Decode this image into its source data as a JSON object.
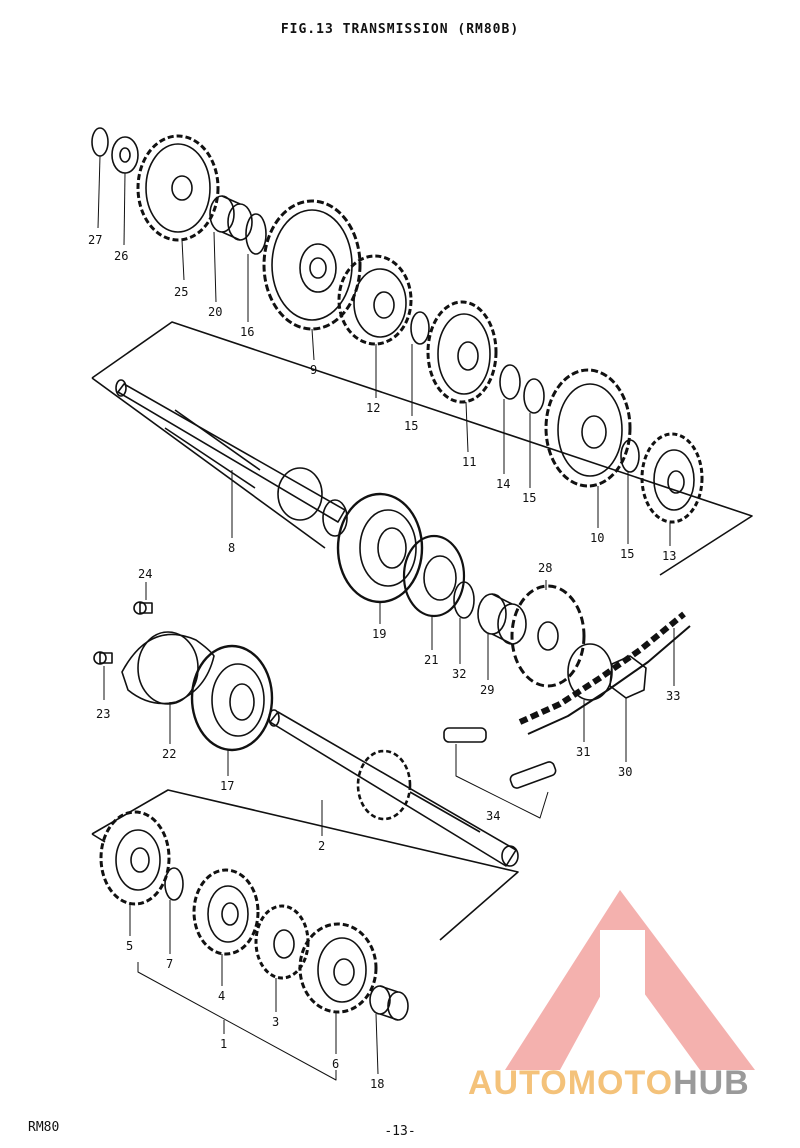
{
  "title": "FIG.13  TRANSMISSION (RM80B)",
  "footer_model": "RM80",
  "page_number": "-13-",
  "watermark": {
    "part_a": "AUTOMOTO",
    "part_b": "HUB",
    "color_a": "#f4c27a",
    "color_b": "#9a9a9a",
    "logo_color": "#f3a9a6"
  },
  "callouts": {
    "n27": "27",
    "n26": "26",
    "n25": "25",
    "n20": "20",
    "n16": "16",
    "n9": "9",
    "n12": "12",
    "n15a": "15",
    "n11": "11",
    "n14": "14",
    "n15b": "15",
    "n10": "10",
    "n15c": "15",
    "n13": "13",
    "n8": "8",
    "n24": "24",
    "n23": "23",
    "n22": "22",
    "n17": "17",
    "n19": "19",
    "n21": "21",
    "n32": "32",
    "n29": "29",
    "n28": "28",
    "n31": "31",
    "n30": "30",
    "n33": "33",
    "n34": "34",
    "n2": "2",
    "n5": "5",
    "n7": "7",
    "n4": "4",
    "n3": "3",
    "n6": "6",
    "n18": "18",
    "n1": "1"
  }
}
